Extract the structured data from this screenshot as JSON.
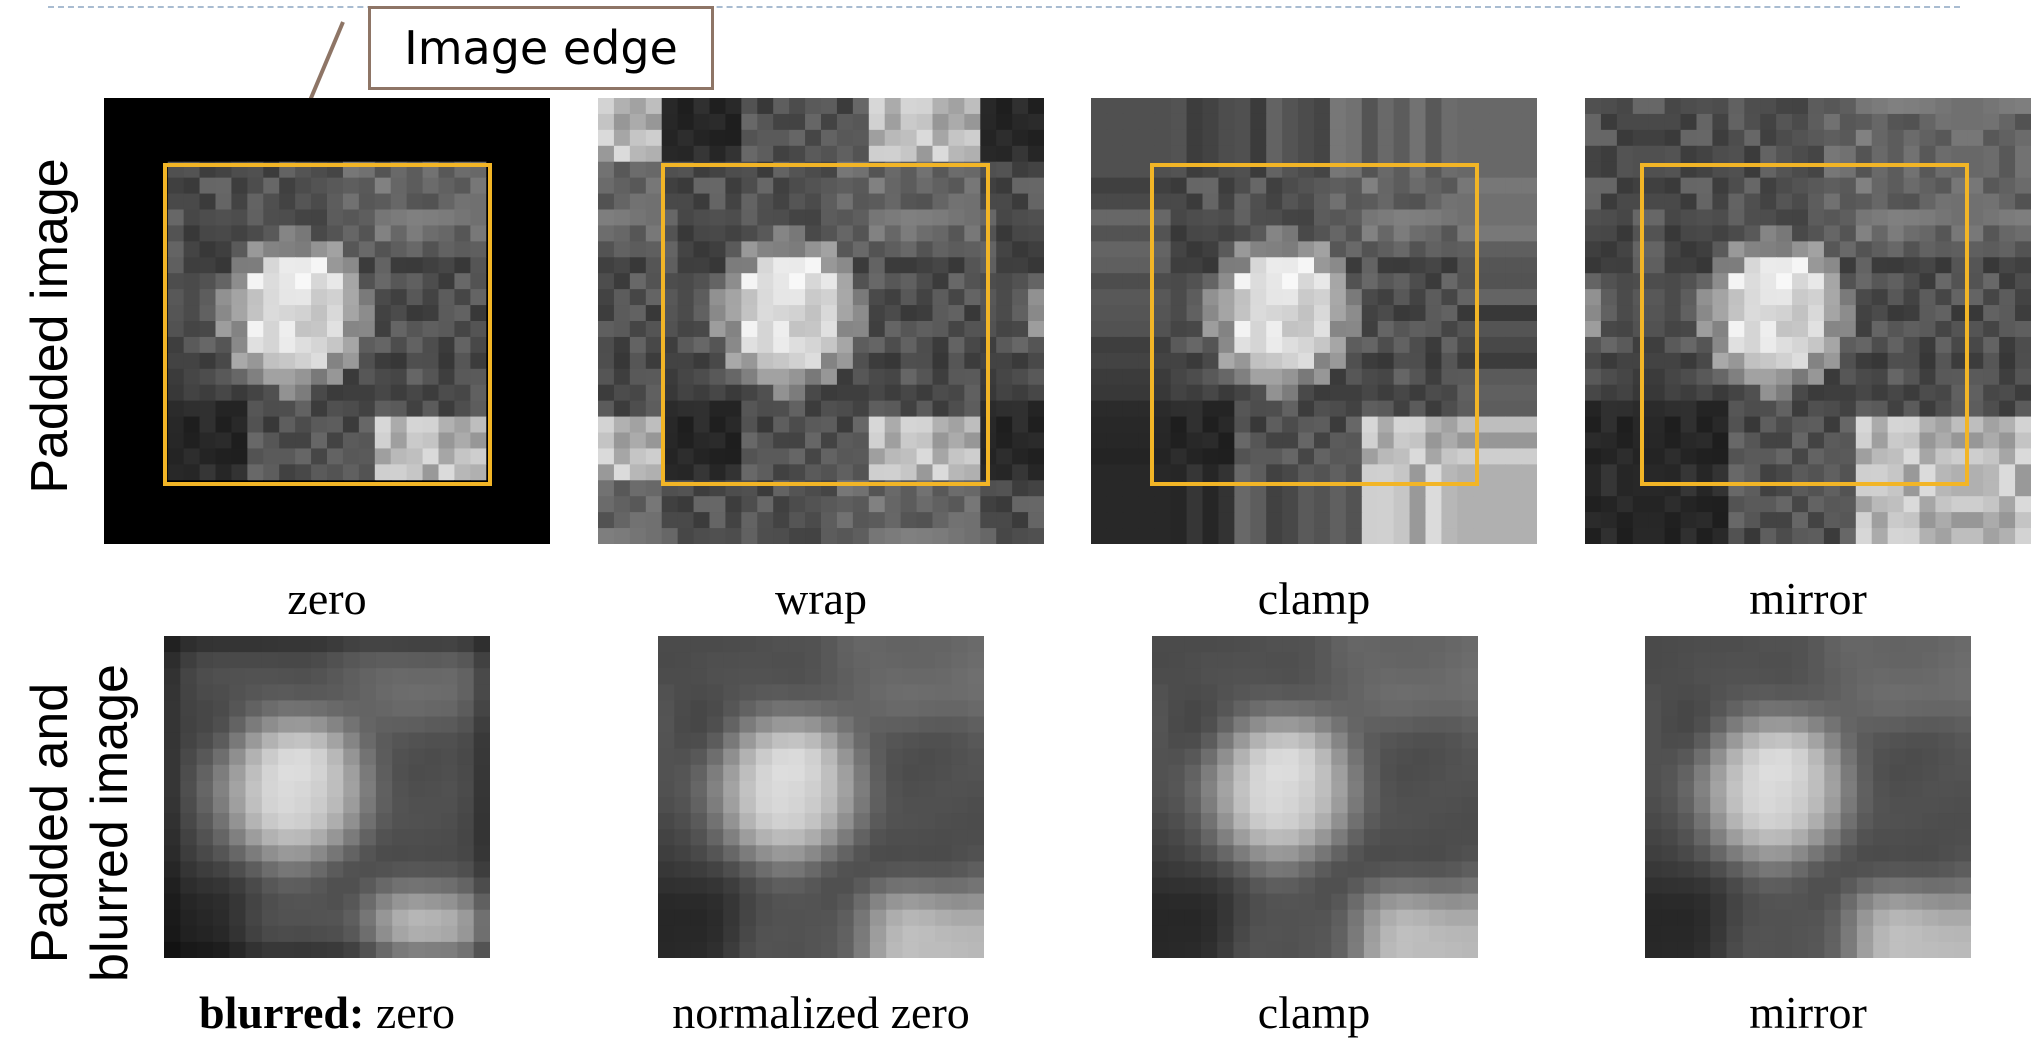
{
  "callout": {
    "label": "Image edge"
  },
  "row_labels": {
    "top": "Padded image",
    "bottom_line1": "Padded and",
    "bottom_line2": "blurred image"
  },
  "top_captions": [
    "zero",
    "wrap",
    "clamp",
    "mirror"
  ],
  "bottom_captions": [
    {
      "bold": "blurred:",
      "text": "zero"
    },
    {
      "bold": "",
      "text": "normalized zero"
    },
    {
      "bold": "",
      "text": "clamp"
    },
    {
      "bold": "",
      "text": "mirror"
    }
  ],
  "colors": {
    "edge_box": "#f2b526",
    "callout_border": "#8e7566",
    "dashed_rule": "#a9bcd1"
  }
}
